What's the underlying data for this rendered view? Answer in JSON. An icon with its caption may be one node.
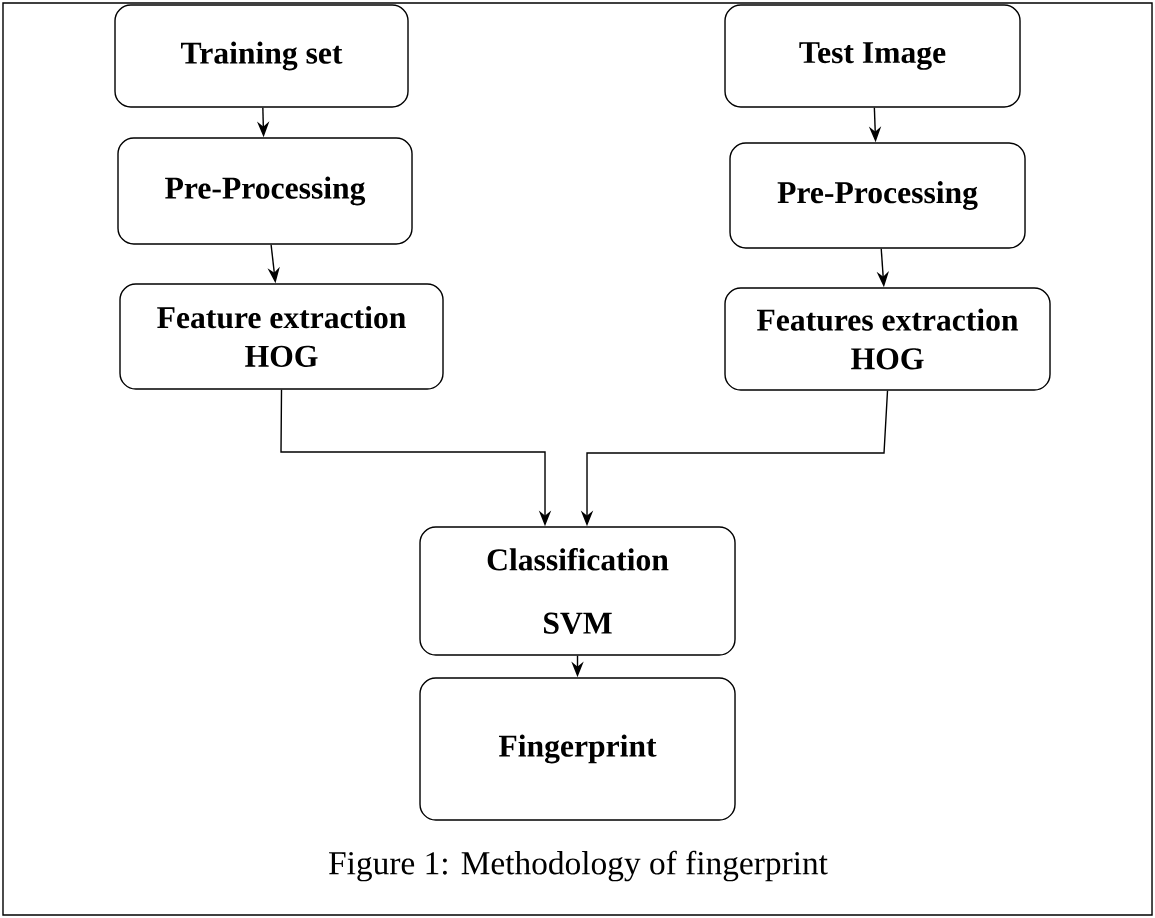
{
  "diagram": {
    "caption": "Figure 1:  Methodology of fingerprint",
    "nodes": [
      {
        "text": [
          "Training set"
        ]
      },
      {
        "text": [
          "Test Image"
        ]
      },
      {
        "text": [
          "Pre-Processing"
        ]
      },
      {
        "text": [
          "Pre-Processing"
        ]
      },
      {
        "text": [
          "Feature extraction",
          "HOG"
        ]
      },
      {
        "text": [
          "Features extraction",
          "HOG"
        ]
      },
      {
        "text": [
          "Classification",
          "SVM"
        ]
      },
      {
        "text": [
          "Fingerprint"
        ]
      }
    ],
    "edges": [
      {
        "from": 0,
        "to": 2,
        "arrow": "to"
      },
      {
        "from": 1,
        "to": 3,
        "arrow": "to"
      },
      {
        "from": 2,
        "to": 4,
        "arrow": "to"
      },
      {
        "from": 3,
        "to": 5,
        "arrow": "to"
      },
      {
        "from": 4,
        "to": 6,
        "arrow": "to"
      },
      {
        "from": 5,
        "to": 6,
        "arrow": "to"
      },
      {
        "from": 6,
        "to": 7,
        "arrow": "to"
      }
    ]
  }
}
